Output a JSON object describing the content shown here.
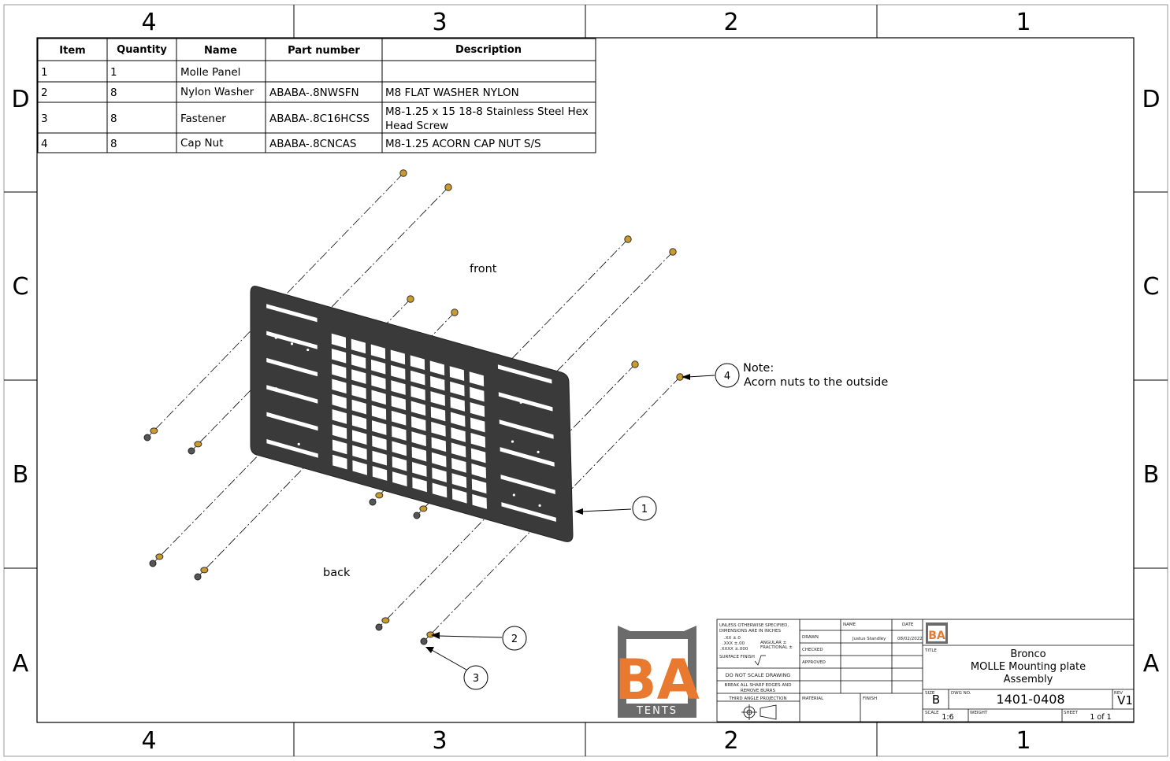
{
  "zones": {
    "columns": [
      "4",
      "3",
      "2",
      "1"
    ],
    "rows": [
      "D",
      "C",
      "B",
      "A"
    ]
  },
  "bom": {
    "headers": [
      "Item",
      "Quantity",
      "Name",
      "Part number",
      "Description"
    ],
    "rows": [
      [
        "1",
        "1",
        "Molle Panel",
        "",
        ""
      ],
      [
        "2",
        "8",
        "Nylon Washer",
        "ABABA-.8NWSFN",
        "M8 FLAT WASHER NYLON"
      ],
      [
        "3",
        "8",
        "Fastener",
        "ABABA-.8C16HCSS",
        "M8-1.25 x 15 18-8 Stainless Steel Hex",
        "Head Screw"
      ],
      [
        "4",
        "8",
        "Cap Nut",
        "ABABA-.8CNCAS",
        "M8-1.25 ACORN CAP NUT S/S"
      ]
    ]
  },
  "drawing": {
    "label_front": "front",
    "label_back": "back",
    "note_title": "Note:",
    "note_text": "Acorn nuts to the outside",
    "balloons": [
      "1",
      "2",
      "3",
      "4"
    ],
    "colors": {
      "panel": "#3a3a3a",
      "nut": "#c99a2e",
      "screw": "#555555",
      "logo_orange": "#e8792e",
      "logo_gray": "#6b6b6b"
    }
  },
  "title_block": {
    "tolerance_lines": [
      "UNLESS OTHERWISE SPECIFIED,",
      "DIMENSIONS ARE IN INCHES"
    ],
    "tol_xx": ".XX ±.0",
    "tol_xxx": ".XXX ±.00",
    "tol_xxxx": ".XXXX ±.000",
    "angular": "ANGULAR ±",
    "fractional": "FRACTIONAL ±",
    "surface_finish": "SURFACE FINISH",
    "do_not_scale": "DO NOT SCALE DRAWING",
    "break_edges": [
      "BREAK ALL SHARP EDGES AND",
      "REMOVE BURRS"
    ],
    "third_angle": "THIRD ANGLE PROJECTION",
    "col_name": "NAME",
    "col_date": "DATE",
    "drawn": "DRAWN",
    "drawn_name": "Justus Standley",
    "drawn_date": "08/02/2022",
    "checked": "CHECKED",
    "approved": "APPROVED",
    "material": "MATERIAL",
    "finish": "FINISH",
    "title_label": "TITLE",
    "title_lines": [
      "Bronco",
      "MOLLE Mounting plate",
      "Assembly"
    ],
    "size_label": "SIZE",
    "size": "B",
    "dwg_label": "DWG NO.",
    "dwg_no": "1401-0408",
    "rev_label": "REV",
    "rev": "V1",
    "scale_label": "SCALE",
    "scale": "1:6",
    "weight_label": "WEIGHT",
    "sheet_label": "SHEET",
    "sheet": "1 of 1",
    "logo_main": "BA",
    "logo_sub": "TENTS"
  }
}
